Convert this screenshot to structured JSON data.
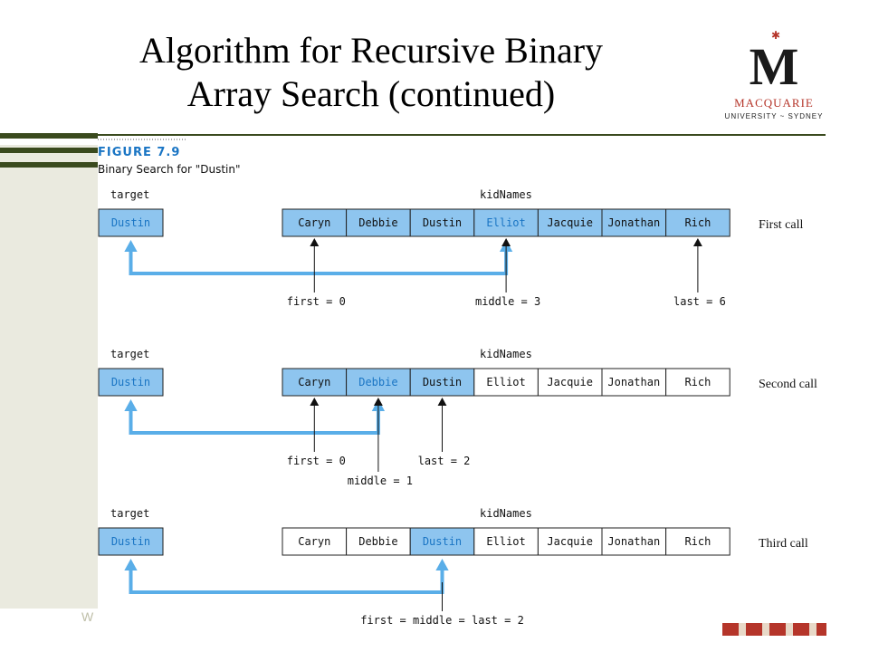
{
  "slide": {
    "title_line1": "Algorithm for Recursive Binary",
    "title_line2": "Array Search (continued)",
    "footer_letter": "W"
  },
  "logo": {
    "mark": "M",
    "name": "MACQUARIE",
    "subtitle": "UNIVERSITY ~ SYDNEY",
    "icon": "crown-icon"
  },
  "figure": {
    "label": "FIGURE 7.9",
    "caption": "Binary Search for \"Dustin\""
  },
  "colors": {
    "highlight": "#8ec5ef",
    "accent_blue": "#5aaee8",
    "text_blue": "#1a75c4",
    "stripe_dark": "#3a4a1e",
    "panel_bg": "#eaeadf"
  },
  "array": [
    "Caryn",
    "Debbie",
    "Dustin",
    "Elliot",
    "Jacquie",
    "Jonathan",
    "Rich"
  ],
  "calls": [
    {
      "label": "First call",
      "target_label": "target",
      "array_label": "kidNames",
      "target": "Dustin",
      "highlight": [
        0,
        1,
        2,
        3,
        4,
        5,
        6
      ],
      "middle_index": 3,
      "pointers": [
        {
          "text": "first = 0",
          "index": 0
        },
        {
          "text": "middle = 3",
          "index": 3
        },
        {
          "text": "last = 6",
          "index": 6
        }
      ]
    },
    {
      "label": "Second call",
      "target_label": "target",
      "array_label": "kidNames",
      "target": "Dustin",
      "highlight": [
        0,
        1,
        2
      ],
      "middle_index": 1,
      "pointers": [
        {
          "text": "first = 0",
          "index": 0
        },
        {
          "text": "middle = 1",
          "index": 1
        },
        {
          "text": "last = 2",
          "index": 2
        }
      ]
    },
    {
      "label": "Third call",
      "target_label": "target",
      "array_label": "kidNames",
      "target": "Dustin",
      "highlight": [
        2
      ],
      "middle_index": 2,
      "pointers": [
        {
          "text": "first = middle = last = 2",
          "index": 2
        }
      ]
    }
  ]
}
